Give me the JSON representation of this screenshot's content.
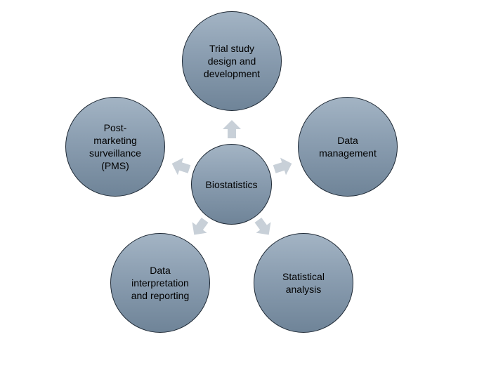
{
  "diagram": {
    "center": {
      "label": "Biostatistics"
    },
    "nodes": [
      {
        "id": "trial-study",
        "label": "Trial study\ndesign and\ndevelopment"
      },
      {
        "id": "data-management",
        "label": "Data\nmanagement"
      },
      {
        "id": "statistical-analysis",
        "label": "Statistical\nanalysis"
      },
      {
        "id": "data-interpretation",
        "label": "Data\ninterpretation\nand reporting"
      },
      {
        "id": "pms",
        "label": "Post-\nmarketing\nsurveillance\n(PMS)"
      }
    ],
    "colors": {
      "node_fill_top": "#a3b4c4",
      "node_fill_bottom": "#6f8498",
      "node_border": "#1f2a36",
      "arrow_fill": "#c8d0d8"
    }
  }
}
